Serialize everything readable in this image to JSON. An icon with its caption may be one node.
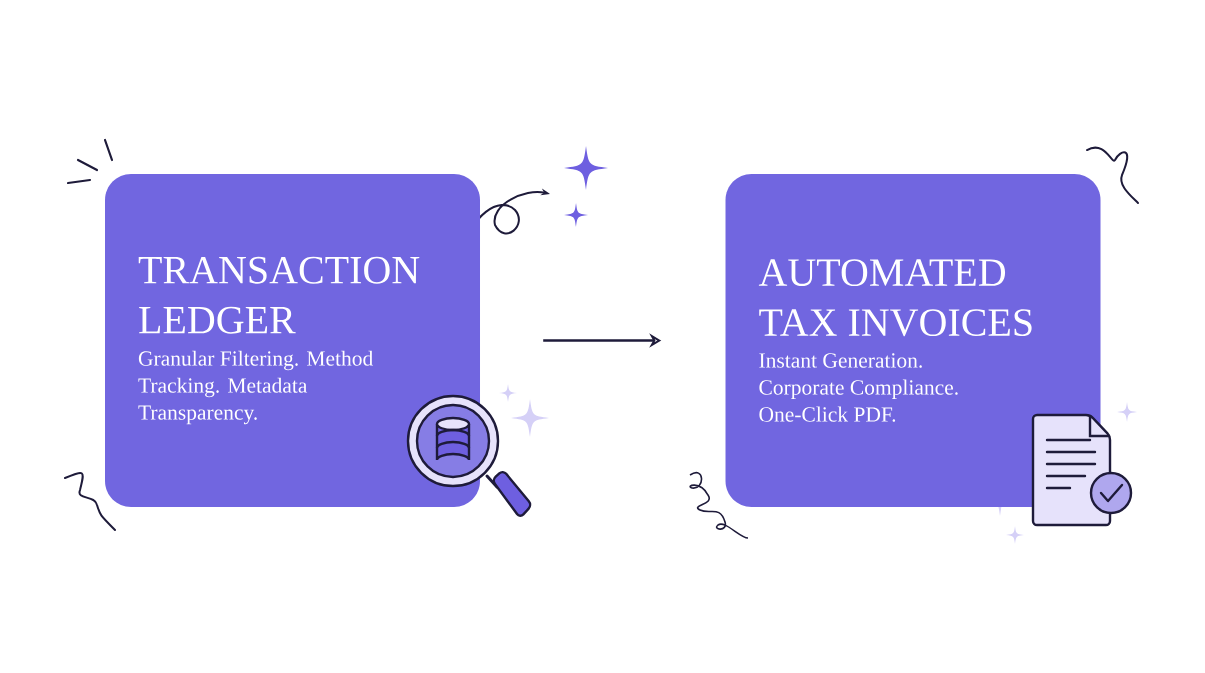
{
  "diagram": {
    "nodes": [
      {
        "text": [
          "TRANSACTION LEDGER",
          "Granular Filtering. Method Tracking. Metadata Transparency."
        ]
      },
      {
        "text": [
          "AUTOMATED TAX INVOICES",
          "Instant Generation. Corporate Compliance. One-Click PDF."
        ]
      }
    ],
    "edges": [
      {
        "from": 0,
        "to": 1,
        "arrow": "to"
      }
    ]
  }
}
